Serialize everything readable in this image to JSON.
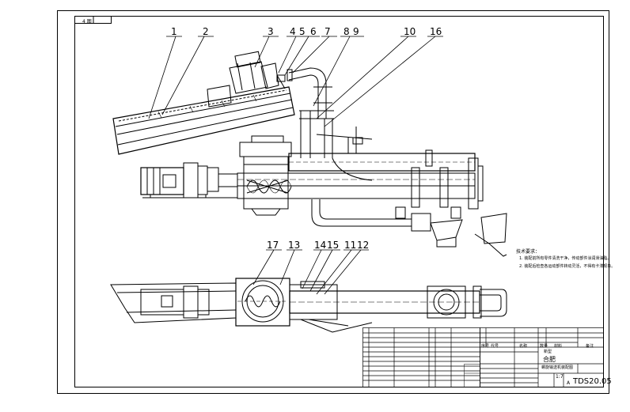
{
  "drawing": {
    "corner_tag": "4 图",
    "part_labels_top": [
      "1",
      "2",
      "3",
      "4",
      "5",
      "6",
      "7",
      "8",
      "9",
      "10",
      "16"
    ],
    "part_labels_bottom": [
      "17",
      "13",
      "14",
      "15",
      "11",
      "12"
    ],
    "drawing_code": "TDS20.05",
    "scale": "1:7",
    "sheet": "A",
    "title_block": {
      "name_line1": "新型",
      "name_line2": "螺旋输送机装配图",
      "company": "合肥",
      "header_cells": [
        "序号",
        "代号",
        "名称",
        "数量",
        "材料",
        "备注"
      ]
    },
    "tech_requirements": {
      "heading": "技术要求：",
      "items": [
        "1. 装配前所有零件清洗干净，传动部件涂润滑油脂。",
        "2. 装配后检查各运动部件转动灵活，不得有卡滞现象。"
      ]
    }
  }
}
